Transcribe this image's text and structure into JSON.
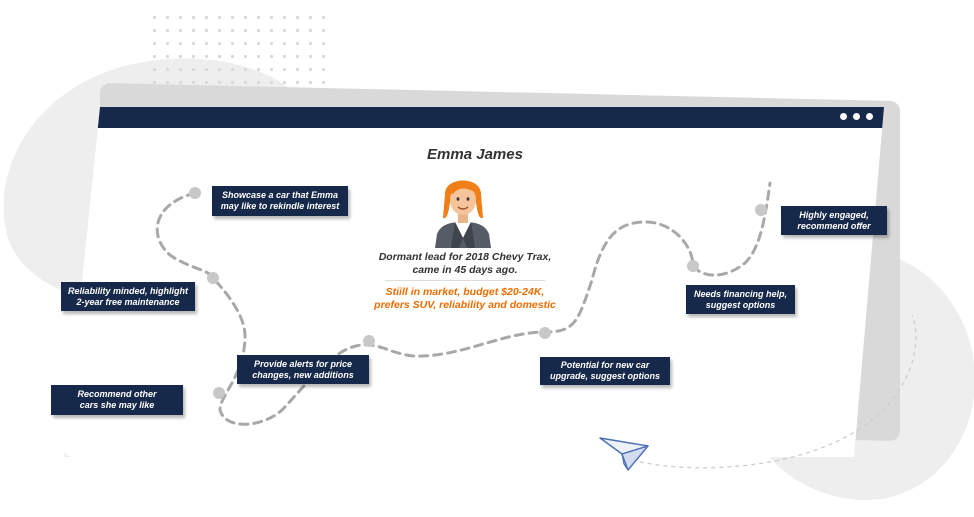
{
  "profile": {
    "name": "Emma James",
    "lead_line1": "Dormant lead for 2018 Chevy Trax,",
    "lead_line2": "came in 45 days ago.",
    "status_line1": "Stiill in market, budget $20-24K,",
    "status_line2": "prefers SUV, reliability and domestic"
  },
  "journey": {
    "showcase": {
      "line1": "Showcase a car that Emma",
      "line2": "may like to rekindle interest"
    },
    "reliability": {
      "line1": "Reliability minded, highlight",
      "line2": "2-year free maintenance"
    },
    "recommend_other": {
      "line1": "Recommend other",
      "line2": "cars she may like"
    },
    "price_alerts": {
      "line1": "Provide alerts for price",
      "line2": "changes, new additions"
    },
    "upgrade": {
      "line1": "Potential for new car",
      "line2": "upgrade, suggest options"
    },
    "financing": {
      "line1": "Needs financing help,",
      "line2": "suggest options"
    },
    "engaged": {
      "line1": "Highly engaged,",
      "line2": "recommend offer"
    }
  },
  "icons": {
    "avatar": "woman-avatar-icon",
    "plane": "paper-plane-icon",
    "window_controls": "dots-menu-icon"
  },
  "colors": {
    "navy": "#16294a",
    "accent_orange": "#ef6c00",
    "path_gray": "#a8a8a8",
    "node_gray": "#c8c8c8"
  }
}
